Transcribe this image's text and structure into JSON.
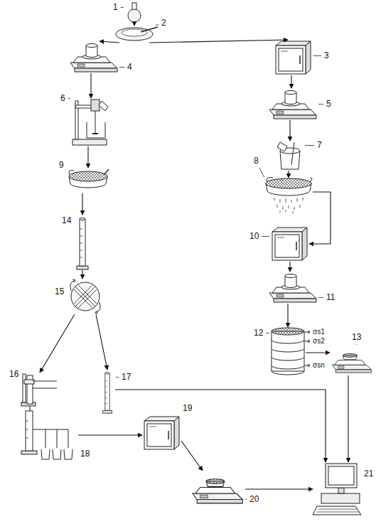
{
  "diagram": {
    "nodes": [
      {
        "text": [
          "1"
        ]
      },
      {
        "text": [
          "2"
        ]
      },
      {
        "text": [
          "3"
        ]
      },
      {
        "text": [
          "4"
        ]
      },
      {
        "text": [
          "5"
        ]
      },
      {
        "text": [
          "6"
        ]
      },
      {
        "text": [
          "7"
        ]
      },
      {
        "text": [
          "8"
        ]
      },
      {
        "text": [
          "9"
        ]
      },
      {
        "text": [
          "10"
        ]
      },
      {
        "text": [
          "11"
        ]
      },
      {
        "text": [
          "12"
        ]
      },
      {
        "text": [
          "13"
        ]
      },
      {
        "text": [
          "14"
        ]
      },
      {
        "text": [
          "15"
        ]
      },
      {
        "text": [
          "16"
        ]
      },
      {
        "text": [
          "17"
        ]
      },
      {
        "text": [
          "18"
        ]
      },
      {
        "text": [
          "19"
        ]
      },
      {
        "text": [
          "20"
        ]
      },
      {
        "text": [
          "21"
        ]
      }
    ],
    "edges": [
      {
        "from": 0,
        "to": 1,
        "arrow": "to"
      },
      {
        "from": 1,
        "to": 3,
        "arrow": "to"
      },
      {
        "from": 1,
        "to": 2,
        "arrow": "to"
      },
      {
        "from": 3,
        "to": 5,
        "arrow": "to"
      },
      {
        "from": 5,
        "to": 8,
        "arrow": "to"
      },
      {
        "from": 8,
        "to": 13,
        "arrow": "to"
      },
      {
        "from": 13,
        "to": 14,
        "arrow": "to"
      },
      {
        "from": 14,
        "to": 15,
        "arrow": "to"
      },
      {
        "from": 14,
        "to": 16,
        "arrow": "to"
      },
      {
        "from": 15,
        "to": 17,
        "arrow": "none"
      },
      {
        "from": 17,
        "to": 18,
        "arrow": "to"
      },
      {
        "from": 18,
        "to": 19,
        "arrow": "to"
      },
      {
        "from": 19,
        "to": 20,
        "arrow": "to"
      },
      {
        "from": 16,
        "to": 20,
        "arrow": "to"
      },
      {
        "from": 2,
        "to": 4,
        "arrow": "to"
      },
      {
        "from": 4,
        "to": 6,
        "arrow": "to"
      },
      {
        "from": 6,
        "to": 7,
        "arrow": "to"
      },
      {
        "from": 7,
        "to": 9,
        "arrow": "to"
      },
      {
        "from": 9,
        "to": 10,
        "arrow": "to"
      },
      {
        "from": 10,
        "to": 11,
        "arrow": "to"
      },
      {
        "from": 11,
        "to": 12,
        "arrow": "to"
      },
      {
        "from": 12,
        "to": 20,
        "arrow": "to"
      }
    ],
    "labels": [
      "σs1",
      "σs2",
      "σsn"
    ]
  }
}
